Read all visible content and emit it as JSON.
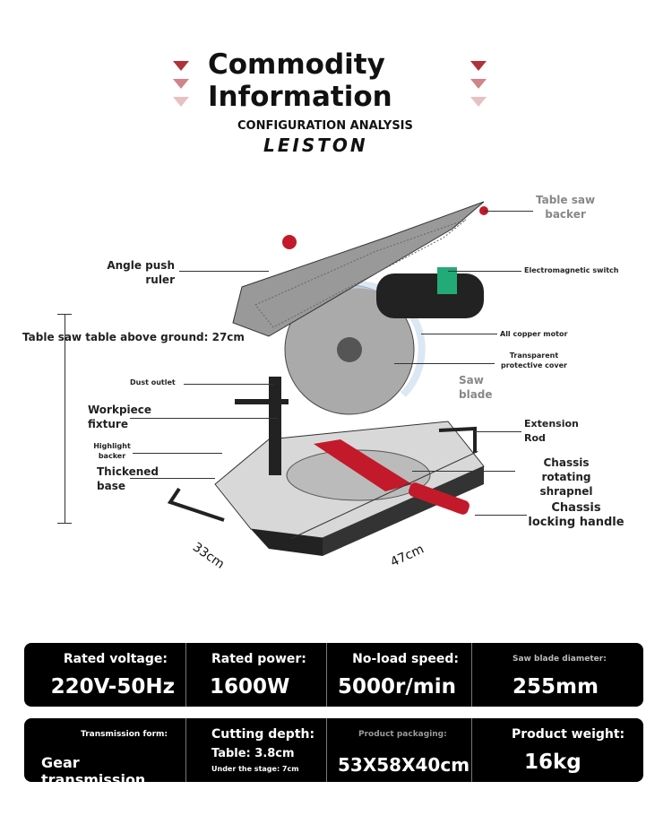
{
  "header": {
    "title_line1": "Commodity",
    "title_line2": "Information",
    "subtitle": "CONFIGURATION ANALYSIS",
    "brand": "LEISTON",
    "accent": "#b0323a"
  },
  "labels": {
    "table_saw_backer": "Table saw backer",
    "angle_push_ruler": "Angle push ruler",
    "electromagnetic_switch": "Electromagnetic switch",
    "table_height": "Table saw table above ground: 27cm",
    "all_copper_motor": "All copper motor",
    "transparent_cover": "Transparent protective cover",
    "dust_outlet": "Dust outlet",
    "saw_blade": "Saw blade",
    "workpiece_fixture": "Workpiece fixture",
    "highlight_backer": "Highlight backer",
    "thickened_base": "Thickened base",
    "extension_rod": "Extension Rod",
    "chassis_rotating_shrapnel": "Chassis rotating shrapnel",
    "chassis_locking_handle": "Chassis locking handle",
    "depth": "33cm",
    "width": "47cm"
  },
  "specs_row1": [
    {
      "key": "Rated voltage:",
      "value": "220V-50Hz"
    },
    {
      "key": "Rated power:",
      "value": "1600W"
    },
    {
      "key": "No-load speed:",
      "value": "5000r/min"
    },
    {
      "key": "Saw blade diameter:",
      "value": "255mm"
    }
  ],
  "specs_row2": [
    {
      "key": "Transmission form:",
      "value": "Gear transmission"
    },
    {
      "key": "Cutting depth:",
      "value": "Table: 3.8cm",
      "value2": "Under the stage: 7cm"
    },
    {
      "key": "Product packaging:",
      "value": "53X58X40cm"
    },
    {
      "key": "Product weight:",
      "value": "16kg"
    }
  ]
}
